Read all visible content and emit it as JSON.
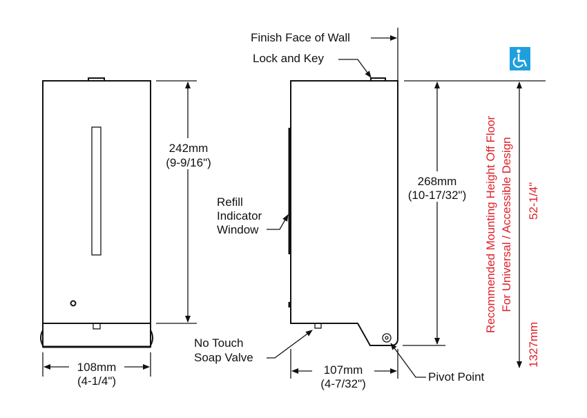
{
  "front_view": {
    "height_mm": "242mm",
    "height_in": "(9-9/16\")",
    "width_mm": "108mm",
    "width_in": "(4-1/4\")"
  },
  "side_view": {
    "height_mm": "268mm",
    "height_in": "(10-17/32\")",
    "depth_mm": "107mm",
    "depth_in": "(4-7/32\")"
  },
  "callouts": {
    "finish_face": "Finish Face of Wall",
    "lock_key": "Lock and Key",
    "refill_1": "Refill",
    "refill_2": "Indicator",
    "refill_3": "Window",
    "valve_1": "No Touch",
    "valve_2": "Soap Valve",
    "pivot": "Pivot Point"
  },
  "mounting": {
    "line1": "Recommended Mounting Height Off Floor",
    "line2": "For Universal / Accessible Design",
    "height_mm": "1327mm",
    "height_in": "52-1/4\"",
    "color": "#e0202a",
    "accessibility_icon": "wheelchair-icon",
    "icon_color": "#1ea0dc"
  }
}
